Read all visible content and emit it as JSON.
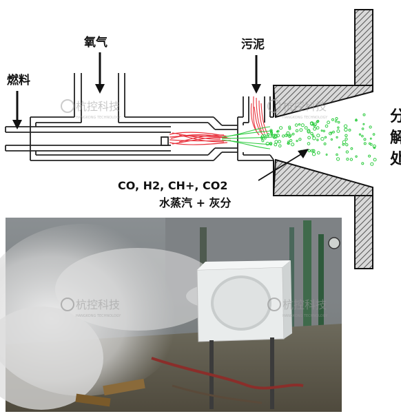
{
  "labels": {
    "fuel": "燃料",
    "oxygen": "氧气",
    "sludge": "污泥",
    "products_line1": "CO, H2, CH+, CO2",
    "products_line2": "水蒸汽 + 灰分",
    "cut_off_1": "分",
    "cut_off_2": "解",
    "cut_off_3": "处"
  },
  "watermark": {
    "brand": "杭控科技",
    "sub": "HANGKONG TECHNOLOGY"
  },
  "colors": {
    "flame": "#e8323c",
    "spray": "#2ecc40",
    "line": "#222222",
    "hatch_bg": "#b0b0b0"
  },
  "photo": {
    "description_visible": false
  }
}
